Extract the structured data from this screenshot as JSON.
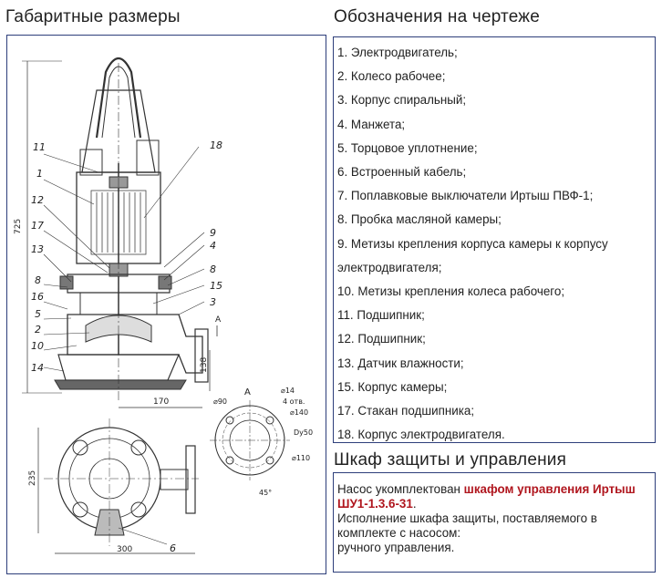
{
  "left_heading": "Габаритные размеры",
  "right_heading": "Обозначения на чертеже",
  "legend_items": [
    "1. Электродвигатель;",
    "2. Колесо рабочее;",
    "3. Корпус спиральный;",
    "4. Манжета;",
    "5. Торцовое уплотнение;",
    "6. Встроенный кабель;",
    "7. Поплавковые выключатели Иртыш ПВФ-1;",
    "8. Пробка масляной камеры;",
    "9. Метизы крепления корпуса камеры к корпусу электродвигателя;",
    "10. Метизы крепления колеса рабочего;",
    "11. Подшипник;",
    "12. Подшипник;",
    "13. Датчик влажности;",
    "15. Корпус камеры;",
    "17. Стакан подшипника;",
    "18. Корпус электродвигателя."
  ],
  "cabinet": {
    "heading": "Шкаф защиты и управления",
    "text_before": "Насос укомплектован ",
    "highlight": "шкафом управления Иртыш ШУ1-1.3.6-31",
    "text_after": ".",
    "line2": "Исполнение шкафа защиты, поставляемого в комплекте с насосом:",
    "line3": "ручного управления."
  },
  "drawing": {
    "callouts_left": [
      "11",
      "1",
      "12",
      "17",
      "13",
      "8",
      "16",
      "5",
      "2",
      "10",
      "14"
    ],
    "callouts_right": [
      "18",
      "9",
      "4",
      "8",
      "15",
      "3"
    ],
    "callout_6": "6",
    "dim_height": "725",
    "dim_width": "170",
    "dim_outlet_height": "138",
    "dim_plan_depth": "235",
    "dim_plan_width": "300",
    "view_label": "A",
    "flange_dims": [
      "⌀90",
      "⌀14",
      "4 отв.",
      "⌀140",
      "Dу50",
      "⌀110",
      "45°"
    ]
  },
  "colors": {
    "frame": "#2d3e7a",
    "highlight": "#b0161e"
  }
}
